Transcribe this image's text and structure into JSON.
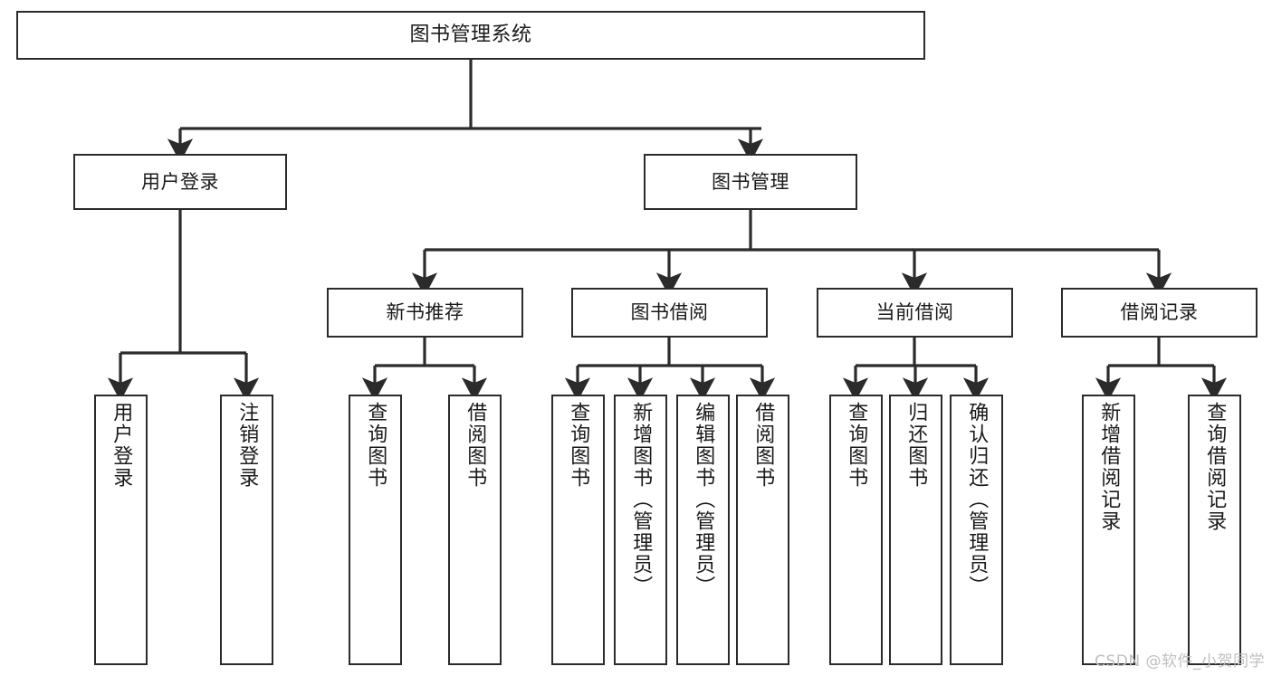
{
  "diagram": {
    "type": "tree-hierarchy-diagram",
    "title": "图书管理系统",
    "watermark": "CSDN @软件_小贺同学",
    "colors": {
      "box_border": "#2b2b2b",
      "box_fill": "#ffffff",
      "connector": "#2b2b2b",
      "text": "#1a1a1a",
      "watermark": "#bfbfbf"
    },
    "levels": {
      "root": {
        "label": "图书管理系统"
      },
      "level2": [
        {
          "label": "用户登录"
        },
        {
          "label": "图书管理"
        }
      ],
      "level3": [
        {
          "label": "新书推荐"
        },
        {
          "label": "图书借阅"
        },
        {
          "label": "当前借阅"
        },
        {
          "label": "借阅记录"
        }
      ],
      "leaves": {
        "user_login": [
          {
            "label": "用户登录"
          },
          {
            "label": "注销登录"
          }
        ],
        "new_book_recommend": [
          {
            "label": "查询图书"
          },
          {
            "label": "借阅图书"
          }
        ],
        "book_borrow": [
          {
            "label": "查询图书"
          },
          {
            "label": "新增图书（管理员）"
          },
          {
            "label": "编辑图书（管理员）"
          },
          {
            "label": "借阅图书"
          }
        ],
        "current_borrow": [
          {
            "label": "查询图书"
          },
          {
            "label": "归还图书"
          },
          {
            "label": "确认归还（管理员）"
          }
        ],
        "borrow_record": [
          {
            "label": "新增借阅记录"
          },
          {
            "label": "查询借阅记录"
          }
        ]
      }
    }
  }
}
